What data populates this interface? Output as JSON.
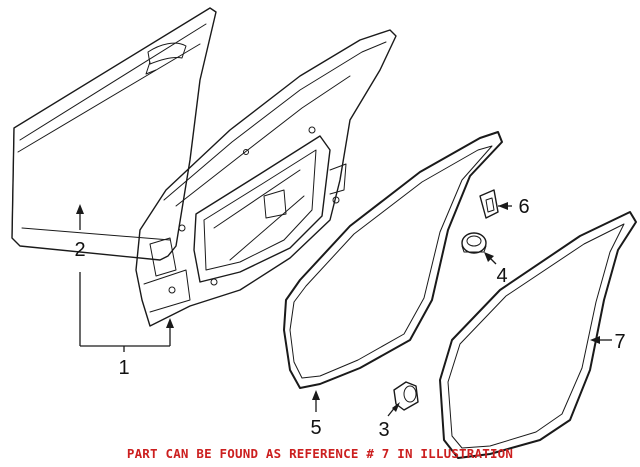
{
  "diagram": {
    "callouts": [
      {
        "id": "1",
        "label": "1",
        "part": "front-door-assembly"
      },
      {
        "id": "2",
        "label": "2",
        "part": "outer-door-skin"
      },
      {
        "id": "3",
        "label": "3",
        "part": "bumper"
      },
      {
        "id": "4",
        "label": "4",
        "part": "grommet"
      },
      {
        "id": "5",
        "label": "5",
        "part": "door-side-weatherstrip"
      },
      {
        "id": "6",
        "label": "6",
        "part": "clip"
      },
      {
        "id": "7",
        "label": "7",
        "part": "body-side-weatherstrip"
      }
    ],
    "footer_note": "PART CAN BE FOUND AS REFERENCE # 7 IN ILLUSTRATION",
    "colors": {
      "line": "#1a1a1a",
      "note": "#cc1f1f",
      "background": "#ffffff"
    }
  }
}
